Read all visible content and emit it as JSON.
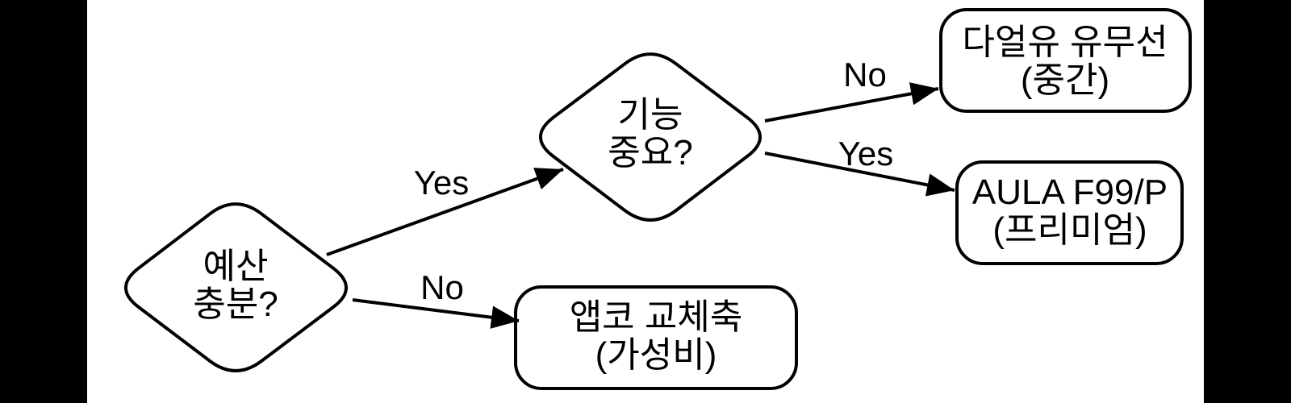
{
  "diagram": {
    "type": "flowchart",
    "colors": {
      "background": "#ffffff",
      "stroke": "#000000",
      "text": "#000000",
      "letterbox_bars": "#000000"
    },
    "nodes": {
      "budget": {
        "shape": "diamond",
        "line1": "예산",
        "line2": "충분?"
      },
      "features": {
        "shape": "diamond",
        "line1": "기능",
        "line2": "중요?"
      },
      "mid": {
        "shape": "rounded-rect",
        "line1": "다얼유 유무선",
        "line2": "(중간)"
      },
      "premium": {
        "shape": "rounded-rect",
        "line1": "AULA F99/P",
        "line2": "(프리미엄)"
      },
      "value": {
        "shape": "rounded-rect",
        "line1": "앱코 교체축",
        "line2": "(가성비)"
      }
    },
    "edges": {
      "budget_yes": {
        "from": "budget",
        "to": "features",
        "label": "Yes"
      },
      "budget_no": {
        "from": "budget",
        "to": "value",
        "label": "No"
      },
      "features_no": {
        "from": "features",
        "to": "mid",
        "label": "No"
      },
      "features_yes": {
        "from": "features",
        "to": "premium",
        "label": "Yes"
      }
    }
  }
}
